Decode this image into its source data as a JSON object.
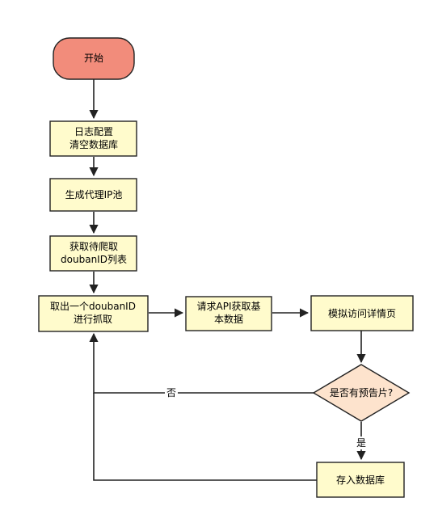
{
  "nodes": {
    "start": "开始",
    "log_config_l1": "日志配置",
    "log_config_l2": "清空数据库",
    "gen_proxy": "生成代理IP池",
    "get_list_l1": "获取待爬取",
    "get_list_l2": "doubanID列表",
    "take_one_l1": "取出一个doubanID",
    "take_one_l2": "进行抓取",
    "api_l1": "请求API获取基",
    "api_l2": "本数据",
    "visit_detail": "模拟访问详情页",
    "has_trailer": "是否有预告片?",
    "save_db": "存入数据库"
  },
  "edge_labels": {
    "no": "否",
    "yes": "是"
  },
  "colors": {
    "start_fill": "#f28c7b",
    "process_fill": "#fffbcc",
    "decision_fill": "#fde3cd",
    "stroke": "#222222"
  }
}
